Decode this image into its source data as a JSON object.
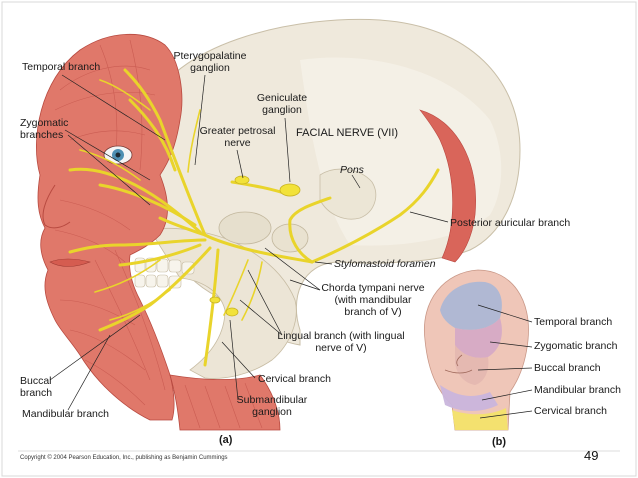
{
  "figure": {
    "labels": {
      "temporal_branch": "Temporal branch",
      "zygomatic_branches": "Zygomatic branches",
      "pterygopalatine_ganglion": "Pterygopalatine ganglion",
      "geniculate_ganglion": "Geniculate ganglion",
      "greater_petrosal_nerve": "Greater petrosal nerve",
      "facial_nerve": "FACIAL NERVE (VII)",
      "pons": "Pons",
      "posterior_auricular_branch": "Posterior auricular branch",
      "stylomastoid_foramen": "Stylomastoid foramen",
      "chorda_tympani_nerve": "Chorda tympani nerve (with mandibular branch of V)",
      "lingual_branch": "Lingual branch (with lingual nerve of V)",
      "cervical_branch": "Cervical branch",
      "submandibular_ganglion": "Submandibular ganglion",
      "buccal_branch": "Buccal branch",
      "mandibular_branch": "Mandibular branch"
    },
    "inset_labels": {
      "temporal_branch": "Temporal branch",
      "zygomatic_branch": "Zygomatic branch",
      "buccal_branch": "Buccal branch",
      "mandibular_branch": "Mandibular branch",
      "cervical_branch": "Cervical branch"
    },
    "part_a": "(a)",
    "part_b": "(b)",
    "copyright": "Copyright © 2004 Pearson Education, Inc., publishing as Benjamin Cummings",
    "page_number": "49"
  },
  "colors": {
    "muscle": "#e0786a",
    "bone": "#efe9dc",
    "nerve": "#f2e23a",
    "inset_temporal": "#a8b6d6",
    "inset_zygomatic": "#d4a7c7",
    "inset_buccal": "#e3b7b0",
    "inset_mandibular": "#c9b5dc",
    "inset_cervical": "#f3e36a"
  }
}
